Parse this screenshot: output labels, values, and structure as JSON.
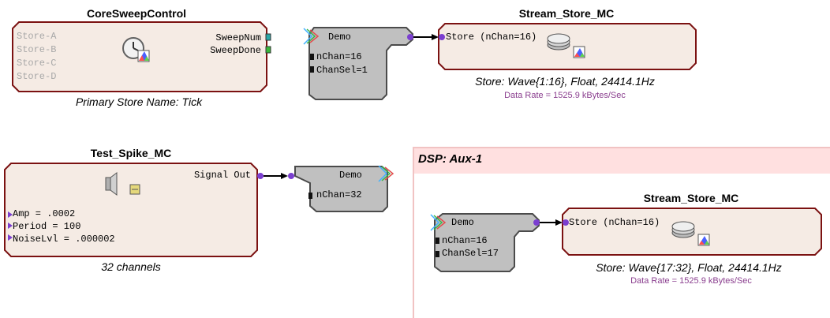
{
  "colors": {
    "block_fill": "#f5ebe4",
    "block_border": "#7b1111",
    "demo_fill": "#c0c0c0",
    "demo_border": "#4b4b4b",
    "port_purple": "#7b3fd0",
    "port_teal": "#2aa7a7",
    "port_green": "#39b839",
    "rate_text": "#8b3f8f",
    "dsp_header_bg": "#ffe0e0",
    "dsp_border": "#f1c3c3"
  },
  "core_sweep": {
    "title": "CoreSweepControl",
    "inputs": [
      "Store-A",
      "Store-B",
      "Store-C",
      "Store-D"
    ],
    "outputs": [
      "SweepNum",
      "SweepDone"
    ],
    "caption": "Primary Store Name: Tick",
    "icon": "clock-icon"
  },
  "demo_top": {
    "label": "Demo",
    "params": [
      "nChan=16",
      "ChanSel=1"
    ]
  },
  "stream_store_top": {
    "title": "Stream_Store_MC",
    "port": "Store (nChan=16)",
    "caption": "Store: Wave{1:16}, Float, 24414.1Hz",
    "rate": "Data Rate = 1525.9 kBytes/Sec",
    "icon": "disk-stack-icon"
  },
  "test_spike": {
    "title": "Test_Spike_MC",
    "output": "Signal Out",
    "params": [
      "Amp = .0002",
      "Period = 100",
      "NoiseLvl = .000002"
    ],
    "caption": "32 channels",
    "icon": "speaker-icon"
  },
  "demo_mid": {
    "label": "Demo",
    "params": [
      "nChan=32"
    ]
  },
  "dsp": {
    "title": "DSP: Aux-1"
  },
  "demo_bottom": {
    "label": "Demo",
    "params": [
      "nChan=16",
      "ChanSel=17"
    ]
  },
  "stream_store_bottom": {
    "title": "Stream_Store_MC",
    "port": "Store (nChan=16)",
    "caption": "Store: Wave{17:32}, Float, 24414.1Hz",
    "rate": "Data Rate = 1525.9 kBytes/Sec",
    "icon": "disk-stack-icon"
  }
}
